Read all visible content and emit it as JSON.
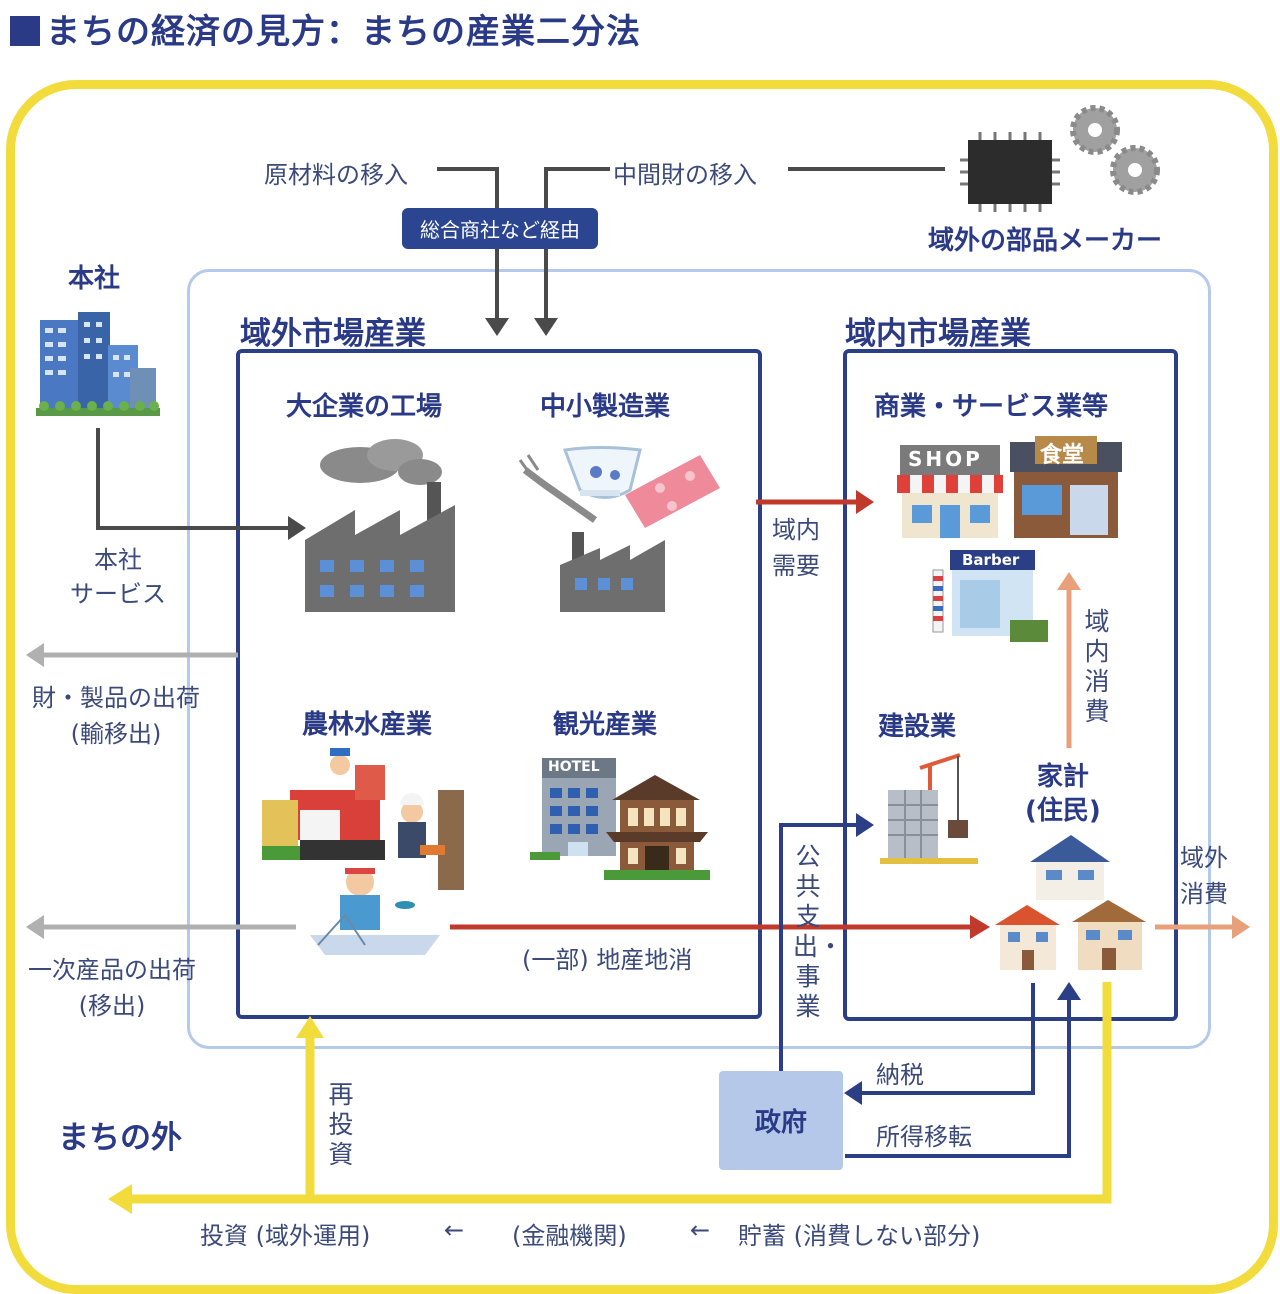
{
  "title": "まちの経済の見方：まちの産業二分法",
  "sections": {
    "export_market": "域外市場産業",
    "local_market": "域内市場産業",
    "outside_town": "まちの外"
  },
  "entities": {
    "hq": "本社",
    "parts_maker": "域外の部品メーカー",
    "household": "家計\n(住民)",
    "government": "政府"
  },
  "industries": {
    "big_factory": "大企業の工場",
    "sme_manufacturing": "中小製造業",
    "agri_forestry_fishery": "農林水産業",
    "tourism": "観光産業",
    "commerce_services": "商業・サービス業等",
    "construction": "建設業"
  },
  "flows": {
    "raw_materials": "原材料の移入",
    "intermediate_goods": "中間財の移入",
    "via_trading": "総合商社など経由",
    "hq_service": "本社\nサービス",
    "goods_shipment": "財・製品の出荷\n(輸移出)",
    "primary_shipment": "一次産品の出荷\n(移出)",
    "local_demand": "域内\n需要",
    "local_production": "(一部) 地産地消",
    "local_consumption": "域内消費",
    "outside_consumption": "域外\n消費",
    "public_spending": "公共支出・事業",
    "tax": "納税",
    "income_transfer": "所得移転",
    "reinvest": "再投資",
    "investment": "投資 (域外運用)",
    "financial": "(金融機関)",
    "savings": "貯蓄 (消費しない部分)",
    "arrow_left_1": "←",
    "arrow_left_2": "←"
  },
  "signs": {
    "shop": "SHOP",
    "restaurant": "食堂",
    "barber": "Barber",
    "hotel": "HOTEL"
  },
  "icons": [
    "office-building-icon",
    "chip-icon",
    "gear-icon",
    "factory-icon",
    "tableware-icon",
    "fabric-icon",
    "tractor-icon",
    "lumberjack-icon",
    "fisher-icon",
    "hotel-icon",
    "ryokan-icon",
    "shop-icon",
    "restaurant-icon",
    "barber-icon",
    "crane-icon",
    "house-icon"
  ],
  "colors": {
    "navy": "#2a3f85",
    "yellow": "#f2dc3c",
    "light_blue": "#b5c9ea",
    "red": "#c0392b",
    "salmon": "#e8a07a",
    "gray": "#9a9a9a",
    "dark_gray": "#555555"
  }
}
